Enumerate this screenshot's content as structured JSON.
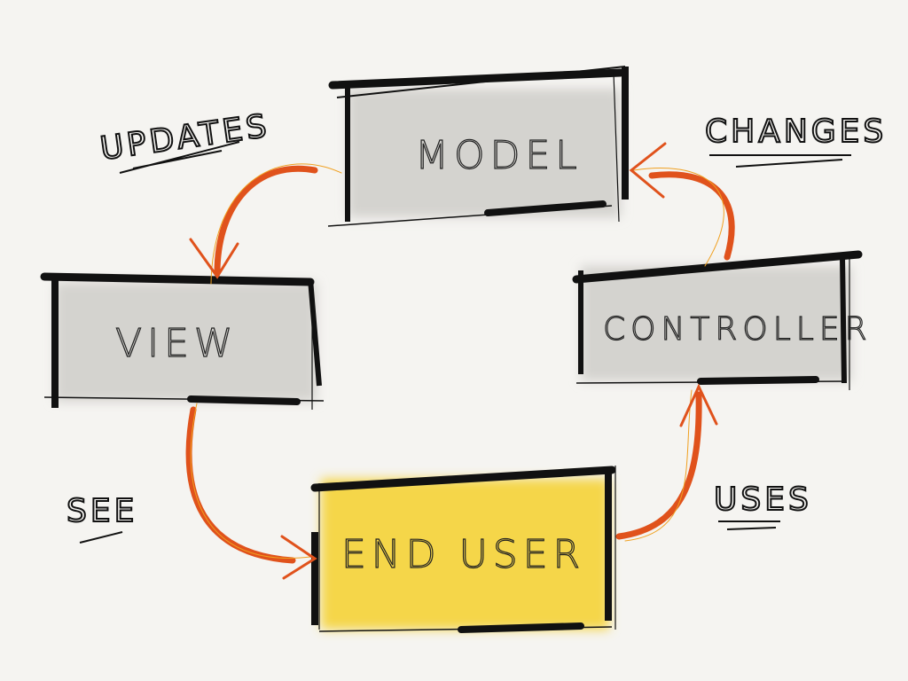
{
  "boxes": {
    "model": {
      "label": "MODEL"
    },
    "view": {
      "label": "VIEW"
    },
    "controller": {
      "label": "CONTROLLER"
    },
    "end_user": {
      "label": "END USER"
    }
  },
  "notes": {
    "updates": "UPDATES",
    "changes": "CHANGES",
    "see": "SEE",
    "uses": "USES"
  },
  "colors": {
    "box_gray": "#d4d3cf",
    "box_yellow": "#f5d64a",
    "arrow": "#e0521c",
    "arrow_thin": "#f0a020",
    "ink": "#111111",
    "background": "#f5f4f1"
  }
}
